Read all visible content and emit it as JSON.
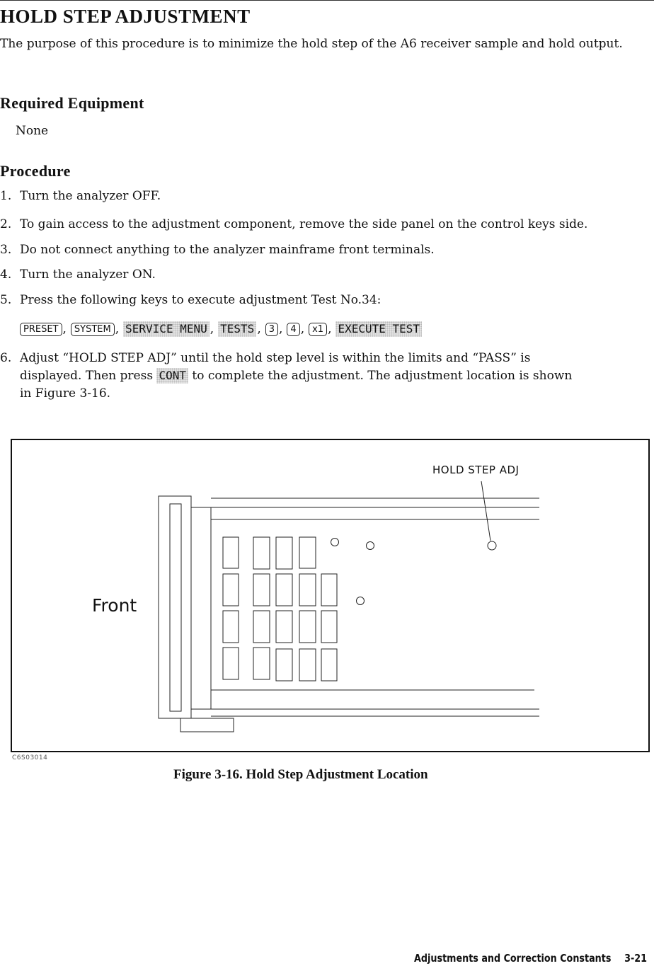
{
  "title": "HOLD STEP ADJUSTMENT",
  "intro": "The purpose of this procedure is to minimize the hold step of the A6 receiver sample and hold output.",
  "sections": {
    "equipment_heading": "Required Equipment",
    "equipment_value": "None",
    "procedure_heading": "Procedure"
  },
  "steps": [
    {
      "num": "1.",
      "text": "Turn the analyzer OFF."
    },
    {
      "num": "2.",
      "text": "To gain access to the adjustment component, remove the side panel on the control keys side."
    },
    {
      "num": "3.",
      "text": "Do not connect anything to the analyzer mainframe front terminals."
    },
    {
      "num": "4.",
      "text": "Turn the analyzer ON."
    },
    {
      "num": "5.",
      "text": "Press the following keys to execute adjustment Test No.34:"
    },
    {
      "num": "6.",
      "line1_pre": "Adjust “HOLD STEP ADJ” until the hold step level is within the limits and “PASS” is",
      "line2_pre": "displayed. Then press",
      "line2_key": "CONT",
      "line2_post": "to complete the adjustment. The adjustment location is shown",
      "line3": "in Figure 3-16."
    }
  ],
  "key_sequence": {
    "preset": "PRESET",
    "system": "SYSTEM",
    "service_menu": "SERVICE MENU",
    "tests": "TESTS",
    "k3": "3",
    "k4": "4",
    "x1": "x1",
    "execute_test": "EXECUTE TEST",
    "comma": ","
  },
  "figure": {
    "label_front": "Front",
    "label_adj": "HOLD STEP ADJ",
    "figure_id": "C6S03014",
    "caption": "Figure 3-16. Hold Step Adjustment Location"
  },
  "footer": {
    "section": "Adjustments and Correction Constants",
    "page": "3-21"
  }
}
